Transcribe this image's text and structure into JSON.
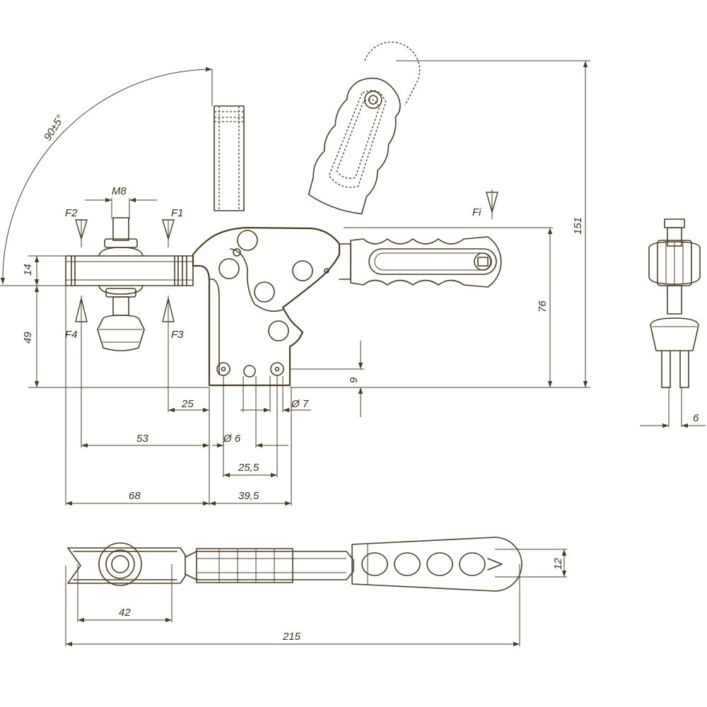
{
  "drawing": {
    "thread": "M8",
    "angle": "90±5°",
    "forces": {
      "f1": "F1",
      "f2": "F2",
      "f3": "F3",
      "f4": "F4",
      "fi": "Fi"
    },
    "dims": {
      "d14": "14",
      "d49": "49",
      "d76": "76",
      "d151": "151",
      "d9": "9",
      "d25": "25",
      "d53": "53",
      "d68": "68",
      "d39_5": "39,5",
      "d25_5": "25,5",
      "phi6": "Ø 6",
      "phi7": "Ø 7",
      "d6": "6",
      "d12": "12",
      "d42": "42",
      "d215": "215"
    },
    "colors": {
      "line": "#4a3d22",
      "text": "#3a2f18",
      "background": "#ffffff"
    }
  }
}
